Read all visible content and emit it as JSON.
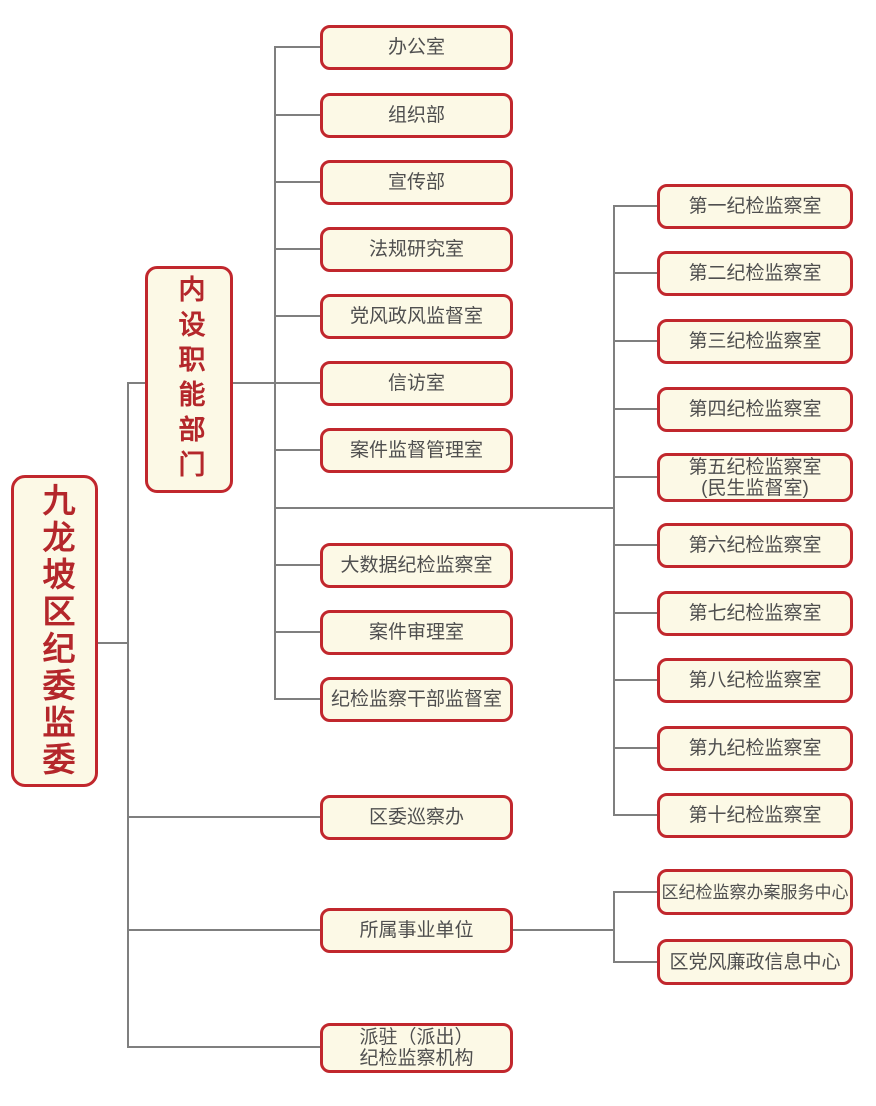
{
  "root": {
    "label": "九龙坡区纪委监委"
  },
  "category": {
    "label": "内设职能部门"
  },
  "internal_departments": [
    "办公室",
    "组织部",
    "宣传部",
    "法规研究室",
    "党风政风监督室",
    "信访室",
    "案件监督管理室",
    "大数据纪检监察室",
    "案件审理室",
    "纪检监察干部监督室"
  ],
  "discipline_inspection_offices": [
    "第一纪检监察室",
    "第二纪检监察室",
    "第三纪检监察室",
    "第四纪检监察室",
    "第五纪检监察室\n(民生监督室)",
    "第六纪检监察室",
    "第七纪检监察室",
    "第八纪检监察室",
    "第九纪检监察室",
    "第十纪检监察室"
  ],
  "other_branches": [
    "区委巡察办",
    "所属事业单位",
    "派驻（派出）\n纪检监察机构"
  ],
  "subordinate_centers": [
    "区纪检监察办案服务中心",
    "区党风廉政信息中心"
  ],
  "colors": {
    "box_border": "#c1272d",
    "box_fill": "#fcf9e6",
    "box_text": "#4f4f4f",
    "title_text": "#b4272b",
    "line_gray": "#7f7f7f"
  }
}
